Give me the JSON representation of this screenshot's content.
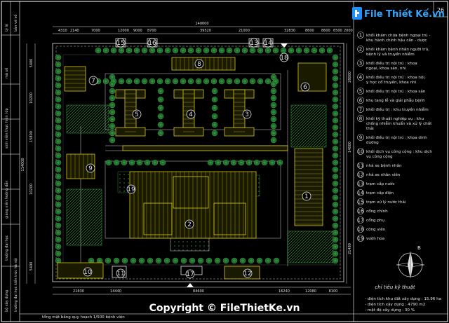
{
  "sheet": {
    "page_number": "26",
    "dims_top": [
      "140000",
      "4310",
      "2140",
      "7000",
      "12000",
      "9000",
      "8700",
      "39520",
      "21000",
      "32830",
      "8600",
      "8600",
      "6500",
      "2000"
    ],
    "dims_bottom": [
      "21630",
      "14440",
      "84600",
      "16240",
      "12080",
      "8100"
    ],
    "dims_left": [
      "5400",
      "10200",
      "15800",
      "114000",
      "10200",
      "5400"
    ],
    "dims_right": [
      "28000",
      "14000",
      "21480"
    ],
    "side_labels": [
      "bộ xây dựng",
      "trường đại học kiến trúc hà nội",
      "trường đại học",
      "giảng viên hướng dẫn",
      "sinh viên thực hiện",
      "lớp",
      "mã số",
      "tỷ lệ",
      "bản vẽ số"
    ],
    "bottom_title": "tổng mặt bằng quy hoạch 1/500 bệnh viện"
  },
  "watermark": "Copyright © FileThietKe.vn",
  "logo": {
    "text": "File Thiết Kế.vn"
  },
  "plan": {
    "numbers": [
      "1",
      "2",
      "3",
      "4",
      "5",
      "6",
      "7",
      "8",
      "9",
      "10",
      "11",
      "12",
      "13",
      "14",
      "15",
      "16",
      "17",
      "18",
      "19"
    ]
  },
  "legend": {
    "items": [
      {
        "n": "1",
        "text": "khối khám chữa bệnh ngoại trú - khu hành chính hậu cần - dược"
      },
      {
        "n": "2",
        "text": "khối khám bệnh nhân người trú, bệnh lý và truyền nhiễm"
      },
      {
        "n": "3",
        "text": "khối điều trị nội trú : khoa ngoại, khoa sản, nhi"
      },
      {
        "n": "4",
        "text": "khối điều trị nội trú : khoa nội, y học cổ truyền, khoa nhi"
      },
      {
        "n": "5",
        "text": "khối điều trị nội trú : khoa sản"
      },
      {
        "n": "6",
        "text": "khu tang lễ và giải phẫu bệnh"
      },
      {
        "n": "7",
        "text": "khối điều trị : khu truyền nhiễm"
      },
      {
        "n": "8",
        "text": "khối kỹ thuật nghiệp vụ : khu chống nhiễm khuẩn và xử lý chất thải"
      },
      {
        "n": "9",
        "text": "khối điều trị nội trú : khoa dinh dưỡng"
      },
      {
        "n": "10",
        "text": "khối dịch vụ công cộng : khu dịch vụ công cộng"
      },
      {
        "n": "11",
        "text": "nhà xe bệnh nhân"
      },
      {
        "n": "12",
        "text": "nhà xe nhân viên"
      },
      {
        "n": "13",
        "text": "trạm cấp nước"
      },
      {
        "n": "14",
        "text": "trạm cấp điện"
      },
      {
        "n": "15",
        "text": "trạm xử lý nước thải"
      },
      {
        "n": "16",
        "text": "cổng chính"
      },
      {
        "n": "17",
        "text": "cổng phụ"
      },
      {
        "n": "18",
        "text": "công viên"
      },
      {
        "n": "19",
        "text": "vườn hoa"
      }
    ],
    "tech_title": "chỉ tiêu kỹ thuật",
    "tech_lines": [
      "- diện tích khu đất xây dựng : 15.96 ha",
      "- diện tích xây dựng : 4790 m2",
      "- mật độ xây dựng : 30 %"
    ]
  },
  "compass": {
    "label": "B"
  }
}
